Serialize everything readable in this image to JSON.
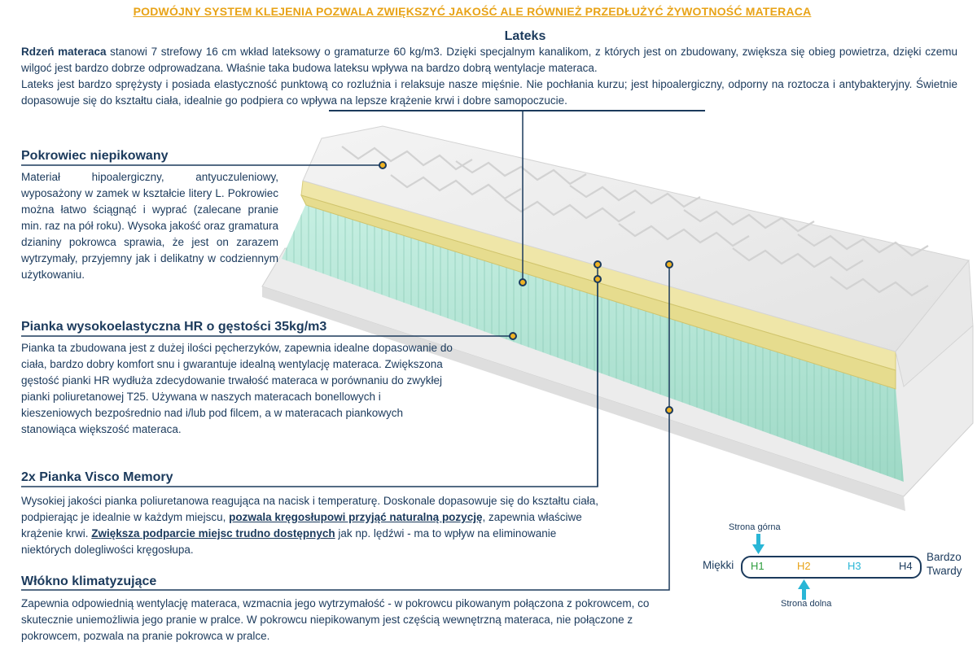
{
  "banner": "PODWÓJNY SYSTEM KLEJENIA POZWALA ZWIĘKSZYĆ JAKOŚĆ ALE RÓWNIEŻ PRZEDŁUŻYĆ ŻYWOTNOŚĆ MATERACA",
  "latex": {
    "title": "Lateks",
    "p1_strong": "Rdzeń materaca",
    "p1_rest": " stanowi 7 strefowy 16 cm wkład lateksowy o gramaturze 60 kg/m3. Dzięki specjalnym kanalikom, z których jest on zbudowany, zwiększa się obieg powietrza, dzięki czemu wilgoć jest bardzo dobrze odprowadzana. Właśnie taka budowa lateksu wpływa na bardzo dobrą wentylacje materaca.",
    "p2": "Lateks jest bardzo sprężysty i posiada elastyczność punktową co rozluźnia i relaksuje nasze mięśnie. Nie pochłania kurzu; jest hipoalergiczny, odporny na roztocza i antybakteryjny. Świetnie dopasowuje się do kształtu ciała, idealnie go podpiera co wpływa na lepsze krążenie krwi i dobre samopoczucie."
  },
  "cover": {
    "title": "Pokrowiec  niepikowany",
    "text": "Materiał hipoalergiczny, antyuczuleniowy, wyposażony w zamek w kształcie litery L. Pokrowiec można łatwo ściągnąć i wyprać (zalecane pranie min.  raz na pół roku). Wysoka jakość oraz gramatura dzianiny pokrowca sprawia, że jest on zarazem wytrzymały, przyjemny jak i delikatny w codziennym użytkowaniu."
  },
  "hr": {
    "title": "Pianka wysokoelastyczna HR o gęstości 35kg/m3",
    "text": "Pianka ta zbudowana jest z dużej ilości pęcherzyków, zapewnia idealne dopasowanie do ciała, bardzo dobry komfort snu i gwarantuje idealną wentylację materaca. Zwiększona gęstość pianki HR wydłuża zdecydowanie trwałość materaca w porównaniu do zwykłej pianki poliuretanowej T25. Używana w naszych materacach bonellowych i kieszeniowych bezpośrednio nad i/lub pod filcem, a w materacach piankowych stanowiąca większość materaca."
  },
  "visco": {
    "title": "2x Pianka Visco Memory",
    "t1": "Wysokiej jakości pianka poliuretanowa reagująca na nacisk i temperaturę. Doskonale dopasowuje się do kształtu ciała, podpierając je idealnie w każdym miejscu, ",
    "t2": "pozwala kręgosłupowi przyjąć naturalną pozycję",
    "t3": ", zapewnia właściwe krążenie krwi. ",
    "t4": "Zwiększa podparcie miejsc trudno dostępnych",
    "t5": " jak np. lędźwi - ma to wpływ na eliminowanie niektórych dolegliwości kręgosłupa."
  },
  "fiber": {
    "title": "Włókno klimatyzujące",
    "text": "Zapewnia odpowiednią wentylację materaca, wzmacnia jego wytrzymałość - w pokrowcu pikowanym połączona z pokrowcem, co skutecznie uniemożliwia jego pranie w pralce. W pokrowcu niepikowanym jest częścią wewnętrzną materaca, nie połączone z pokrowcem, pozwala na pranie pokrowca w pralce."
  },
  "firmness": {
    "top_label": "Strona górna",
    "bottom_label": "Strona dolna",
    "soft": "Miękki",
    "hard_line1": "Bardzo",
    "hard_line2": "Twardy",
    "levels": [
      "H1",
      "H2",
      "H3",
      "H4"
    ],
    "level_colors": [
      "#2e9e3e",
      "#e8a317",
      "#29b6d6",
      "#1b3a5c"
    ]
  },
  "colors": {
    "navy": "#1b3a5c",
    "gold": "#f0b323",
    "latex": "#a8e0cc",
    "visco": "#e8dc90"
  }
}
